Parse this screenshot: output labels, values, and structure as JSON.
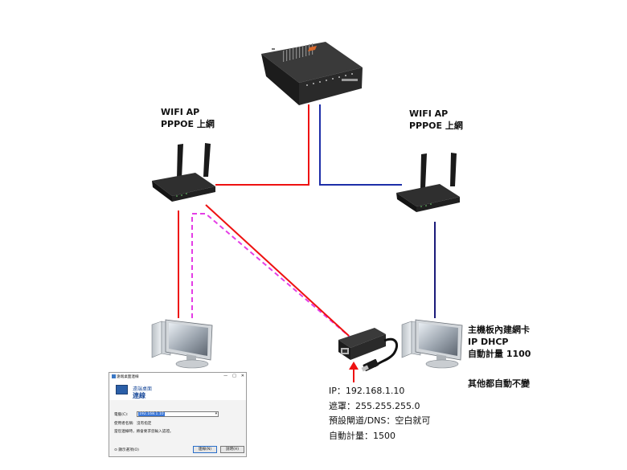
{
  "labels": {
    "ap_left_line1": "WIFI AP",
    "ap_left_line2": "PPPOE 上網",
    "ap_right_line1": "WIFI AP",
    "ap_right_line2": "PPPOE 上網",
    "pc_right_line1": "主機板內建網卡",
    "pc_right_line2": "IP DHCP",
    "pc_right_line3": "自動計量 1100",
    "pc_right_note": "其他都自動不變"
  },
  "adapter_config": {
    "ip": "IP：192.168.1.10",
    "mask": "遮罩：255.255.255.0",
    "gateway": "預設閘道/DNS：空白就可",
    "metric": "自動計量：1500"
  },
  "rdc_dialog": {
    "title": "遠端桌面連線",
    "minimize": "—",
    "maximize": "□",
    "close": "✕",
    "header_small": "遠端桌面",
    "header_big": "連線",
    "computer_label": "電腦(C):",
    "computer_value": "192.168.1.10",
    "username_label": "使用者名稱:",
    "username_value": "沒有指定",
    "hint": "當您連線時，將會要求您輸入認證。",
    "options_label": "顯示選項(O)",
    "connect_button": "連線(N)",
    "help_button": "說明(H)"
  },
  "colors": {
    "red_link": "#ee1111",
    "blue_link": "#1d2ea8",
    "navy_link": "#1a1a7a",
    "magenta_dashed": "#e43ee6"
  }
}
